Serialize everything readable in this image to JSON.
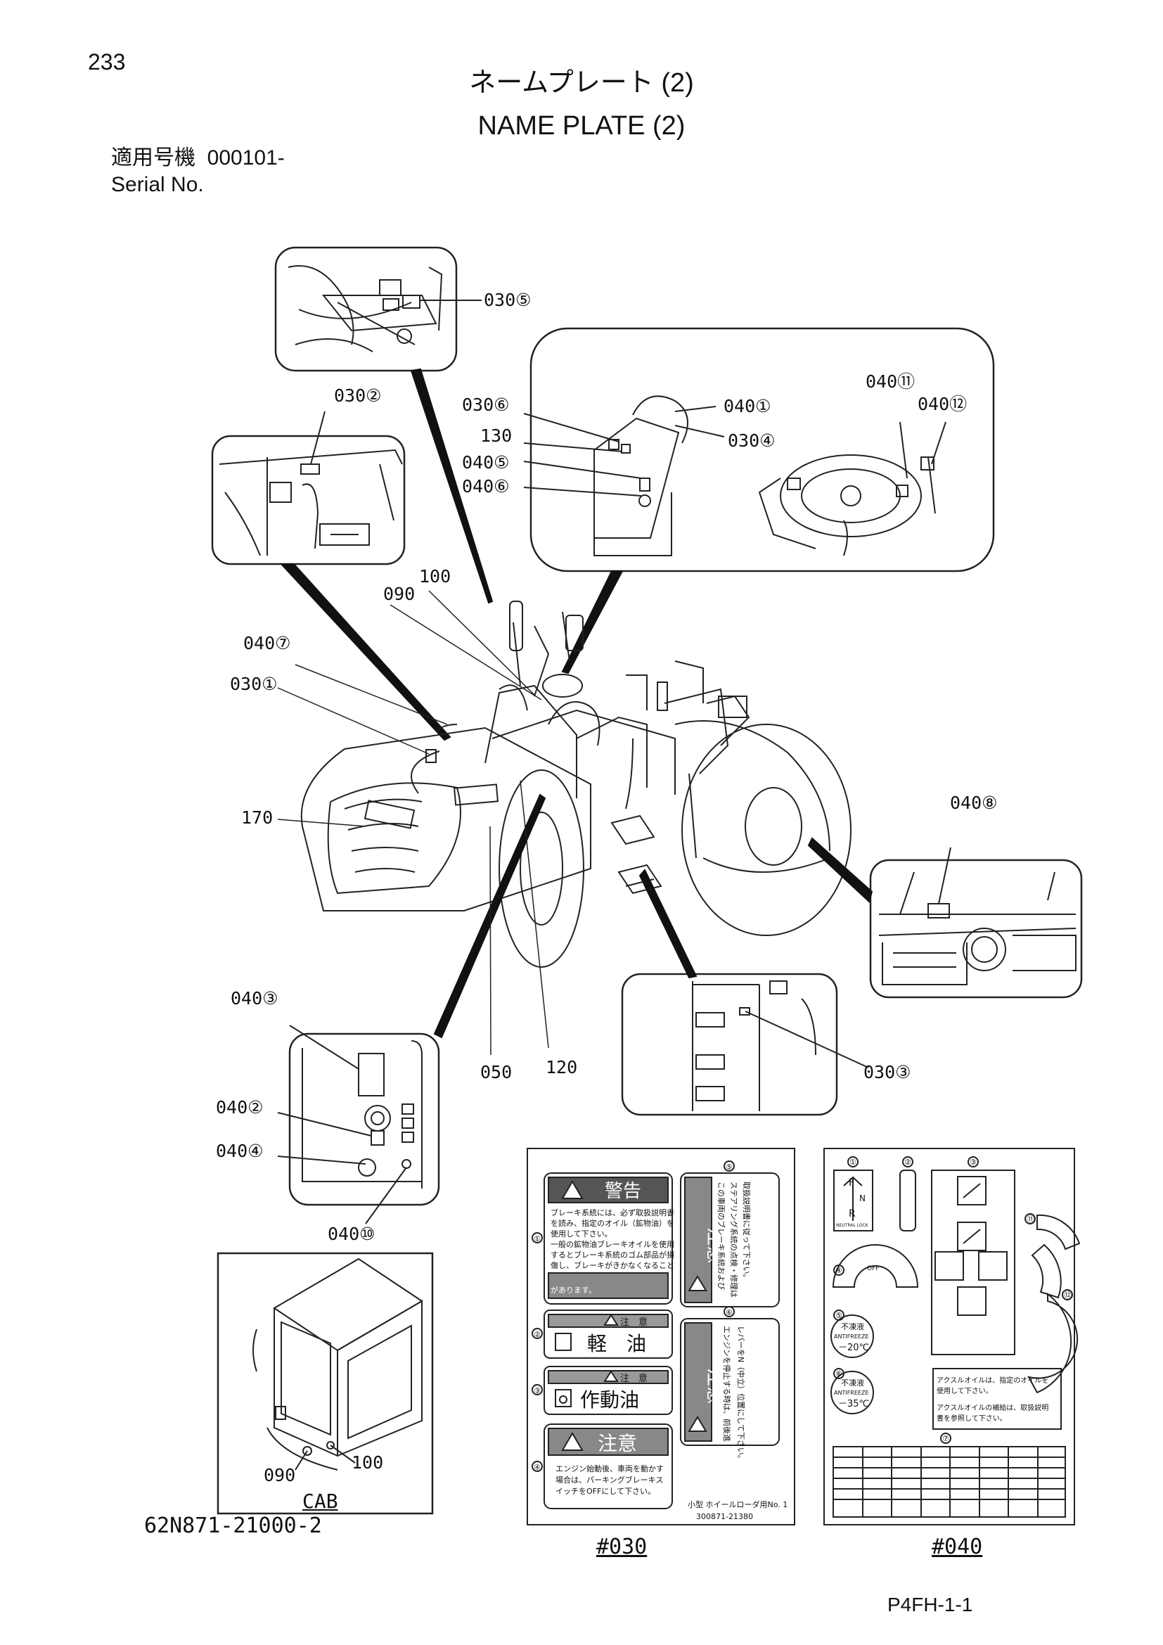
{
  "page": {
    "number": "233",
    "title_jp": "ネームプレート (2)",
    "title_en": "NAME PLATE (2)",
    "serial_label_jp": "適用号機",
    "serial_value": "000101-",
    "serial_label_en": "Serial No.",
    "drawing_code": "62N871-21000-2",
    "page_code": "P4FH-1-1"
  },
  "callouts": [
    {
      "id": "c1",
      "label": "030⑤"
    },
    {
      "id": "c2",
      "label": "030②"
    },
    {
      "id": "c3",
      "label": "030⑥"
    },
    {
      "id": "c4",
      "label": "130"
    },
    {
      "id": "c5",
      "label": "040⑤"
    },
    {
      "id": "c6",
      "label": "040⑥"
    },
    {
      "id": "c7",
      "label": "040①"
    },
    {
      "id": "c8",
      "label": "030④"
    },
    {
      "id": "c9",
      "label": "040⑪"
    },
    {
      "id": "c10",
      "label": "040⑫"
    },
    {
      "id": "c11",
      "label": "100"
    },
    {
      "id": "c12",
      "label": "090"
    },
    {
      "id": "c13",
      "label": "040⑦"
    },
    {
      "id": "c14",
      "label": "030①"
    },
    {
      "id": "c15",
      "label": "170"
    },
    {
      "id": "c16",
      "label": "040⑧"
    },
    {
      "id": "c17",
      "label": "040③"
    },
    {
      "id": "c18",
      "label": "050"
    },
    {
      "id": "c19",
      "label": "120"
    },
    {
      "id": "c20",
      "label": "030③"
    },
    {
      "id": "c21",
      "label": "040②"
    },
    {
      "id": "c22",
      "label": "040④"
    },
    {
      "id": "c23",
      "label": "040⑩"
    },
    {
      "id": "c24",
      "label": "090"
    },
    {
      "id": "c25",
      "label": "100"
    }
  ],
  "cab": {
    "label": "CAB"
  },
  "sheet_030": {
    "label": "#030",
    "numbers": [
      "①",
      "②",
      "③",
      "④",
      "⑤",
      "⑥"
    ],
    "warning_title": "警告",
    "warning_text": [
      "ブレーキ系統には、必ず取扱説明書",
      "を読み、指定のオイル（鉱物油）を",
      "使用して下さい。",
      "一般の鉱物油ブレーキオイルを使用",
      "するとブレーキ系統のゴム部品が損",
      "傷し、ブレーキがきかなくなること",
      "があります。"
    ],
    "caution_small": "注　意",
    "fuel_text": "軽　油",
    "hydraulic_text": "作動油",
    "caution_title": "注意",
    "caution_text": [
      "エンジン始動後、車両を動かす",
      "場合は、パーキングブレーキス",
      "イッチをOFFにして下さい。"
    ],
    "vertical_caution": "注意",
    "vertical_text_5": [
      "この車両のブレーキ系統および",
      "ステアリング系統の点検・修理は",
      "取扱説明書に従って下さい。"
    ],
    "vertical_text_6": [
      "エンジンを停止する時は、前後進",
      "レバーをN（中立）位置にして下さい。"
    ],
    "part_name": "小型 ホイールローダ用No. 1",
    "part_number": "300871-21380"
  },
  "sheet_040": {
    "label": "#040",
    "numbers": [
      "①",
      "②",
      "③",
      "④",
      "⑤",
      "⑥",
      "⑦",
      "⑪",
      "⑫"
    ],
    "shift_letters": [
      "F",
      "N",
      "R"
    ],
    "neutral_lock": "NEUTRAL LOCK",
    "switch_off": "OFF",
    "antifreeze_top": "不凍液",
    "antifreeze_word": "ANTIFREEZE",
    "antifreeze_temp1": "－20℃",
    "antifreeze_temp2": "－35℃",
    "axle_text": [
      "アクスルオイルは、指定のオイルを",
      "使用して下さい。",
      "アクスルオイルの補給は、取扱説明",
      "書を参照して下さい。"
    ]
  }
}
